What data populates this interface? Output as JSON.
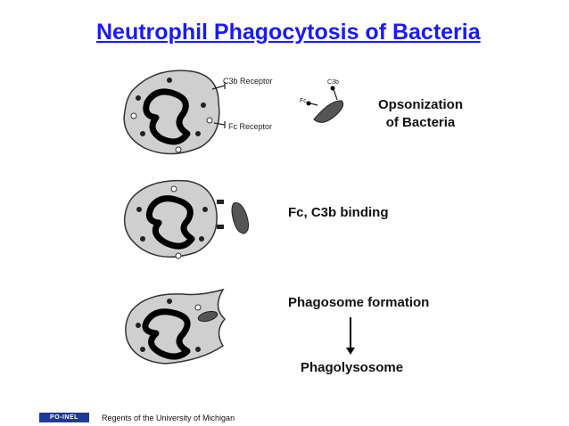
{
  "title": "Neutrophil Phagocytosis of Bacteria",
  "steps": {
    "opsonization": "Opsonization\nof Bacteria",
    "binding": "Fc, C3b binding",
    "phagosome": "Phagosome formation",
    "phagolysosome": "Phagolysosome"
  },
  "receptor_labels": {
    "c3b_receptor": "C3b Receptor",
    "fc_receptor": "Fc Receptor",
    "fc": "Fc",
    "c3b": "C3b"
  },
  "footer": {
    "badge": "PO-INEL",
    "credit": "Regents of the University of Michigan"
  },
  "colors": {
    "title": "#1a1aff",
    "cell_fill": "#cfcfcf",
    "bacterium": "#555555"
  }
}
